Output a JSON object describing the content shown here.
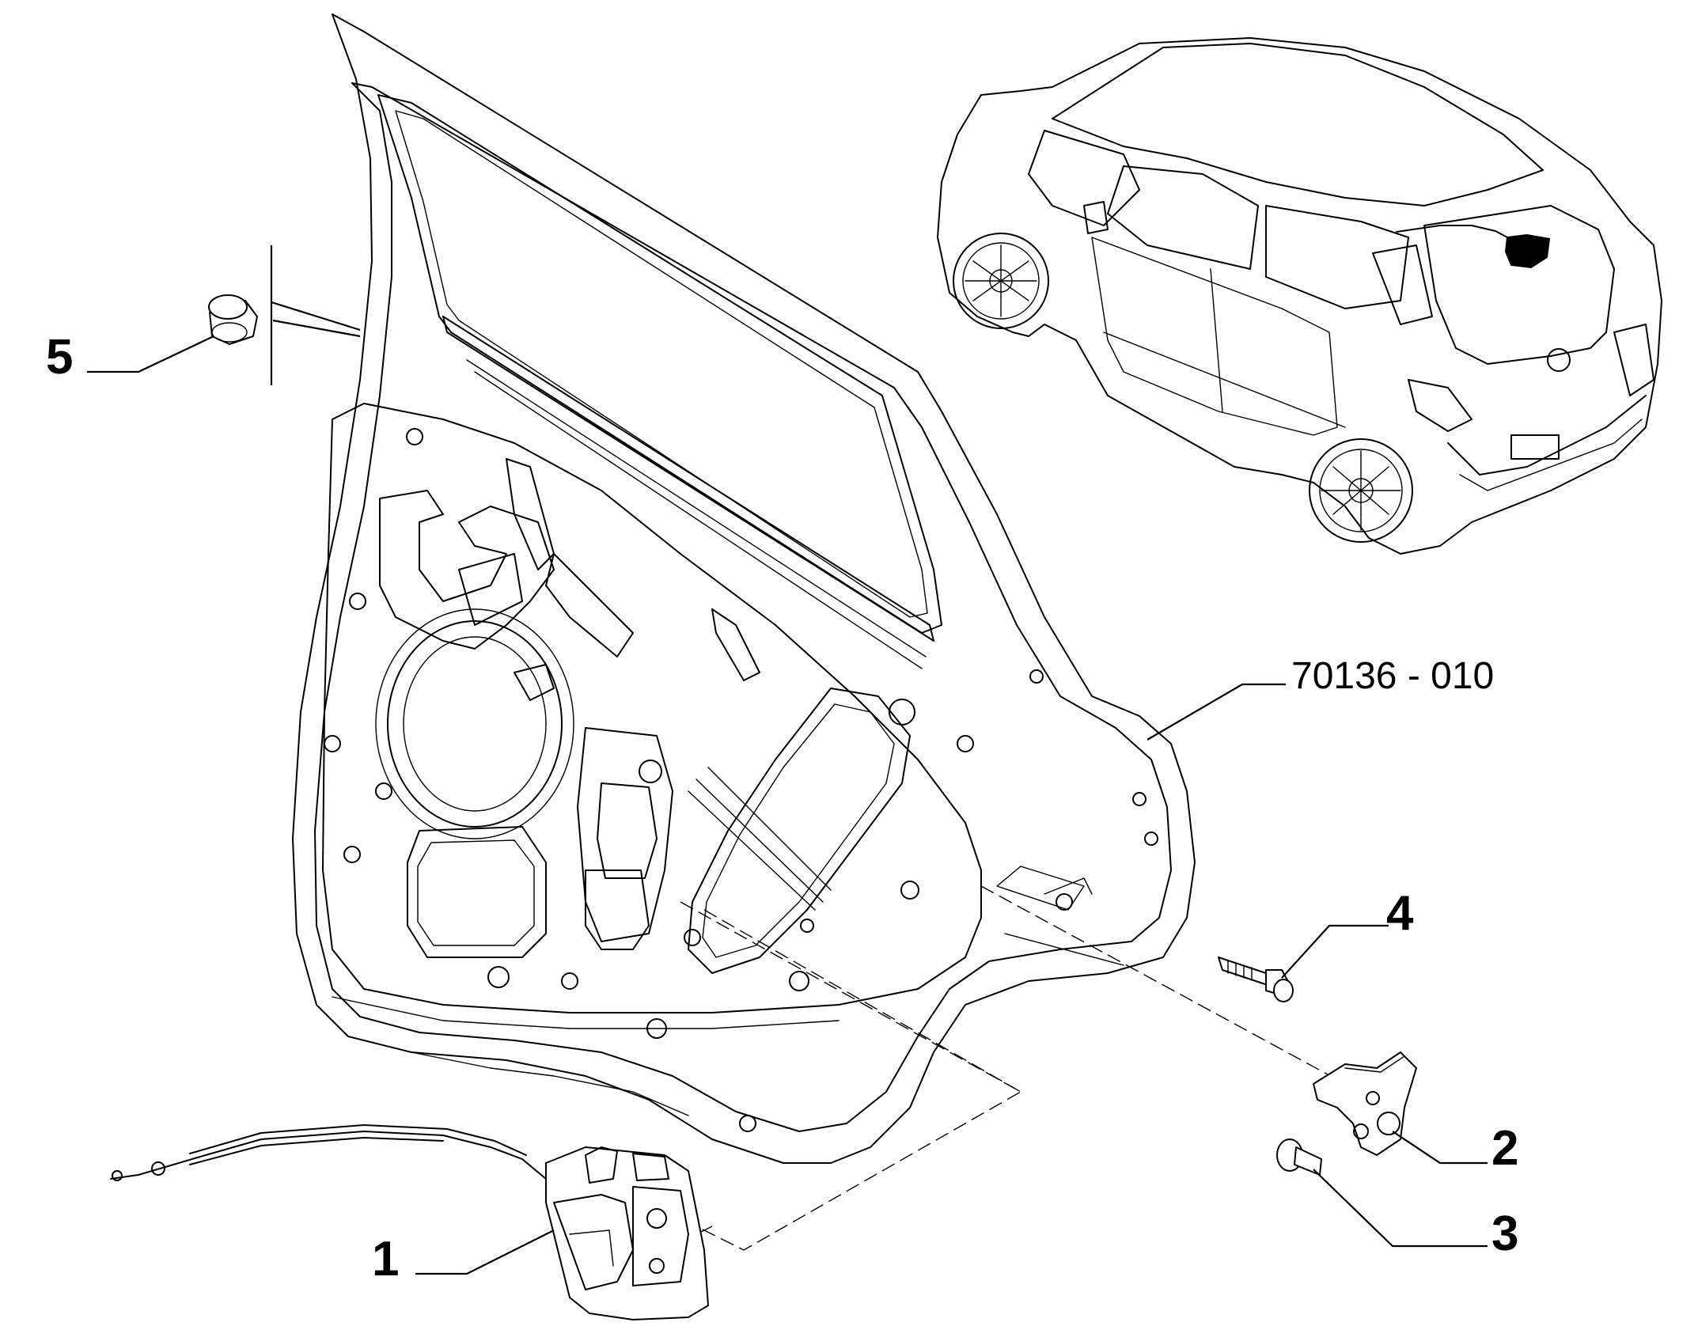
{
  "diagram": {
    "assembly_code": "70136 - 010",
    "callouts": [
      {
        "number": "1",
        "part": "door-lock-with-cable"
      },
      {
        "number": "2",
        "part": "striker-plate"
      },
      {
        "number": "3",
        "part": "striker-screw"
      },
      {
        "number": "4",
        "part": "lock-bolt"
      },
      {
        "number": "5",
        "part": "rubber-bumper"
      }
    ],
    "colors": {
      "line": "#000000",
      "background": "#ffffff"
    }
  }
}
